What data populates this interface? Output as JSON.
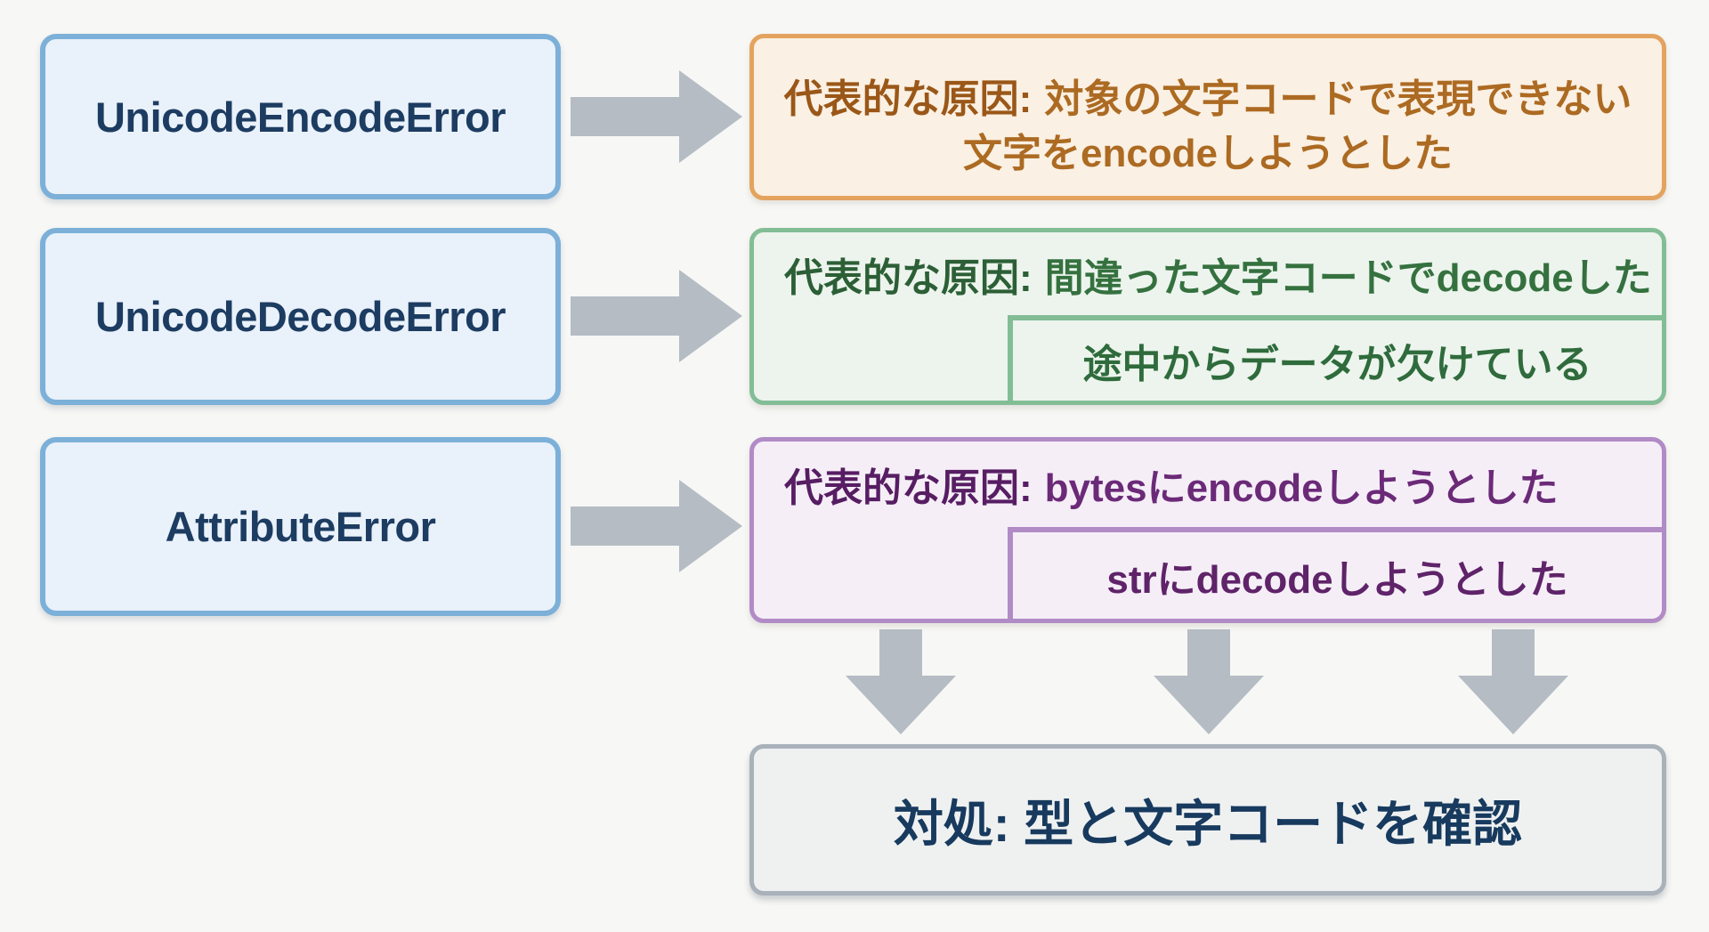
{
  "diagram": {
    "rows": [
      {
        "error": "UnicodeEncodeError",
        "cause_label": "代表的な原因:",
        "cause_text": "対象の文字コードで表現できない",
        "cause_text_line2": "文字をencodeしようとした"
      },
      {
        "error": "UnicodeDecodeError",
        "cause_label": "代表的な原因:",
        "cause_text": "間違った文字コードでdecodeした",
        "sub_cause": "途中からデータが欠けている"
      },
      {
        "error": "AttributeError",
        "cause_label": "代表的な原因:",
        "cause_text": "bytesにencodeしようとした",
        "sub_cause": "strにdecodeしようとした"
      }
    ],
    "solution": "対処: 型と文字コードを確認",
    "colors": {
      "background": "#f7f7f5",
      "error_box_bg": "#e9f1fa",
      "error_box_border": "#7cb0d8",
      "error_text": "#1d3c61",
      "encode_bg": "#faf0e3",
      "encode_border": "#e3a35f",
      "encode_text": "#ac6a22",
      "decode_bg": "#ecf4ed",
      "decode_border": "#83bd96",
      "decode_text": "#35713f",
      "attr_bg": "#f5eef7",
      "attr_border": "#b18bc6",
      "attr_text": "#6b2a78",
      "solution_bg": "#eff1f1",
      "solution_border": "#a9b1ba",
      "solution_text": "#173a5e",
      "arrow": "#b5bcc4"
    }
  }
}
